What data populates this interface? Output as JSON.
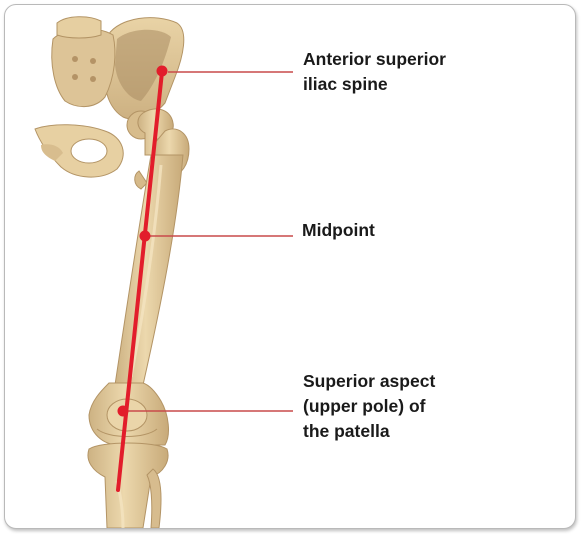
{
  "labels": {
    "asis": [
      "Anterior superior",
      "iliac spine"
    ],
    "midpoint": [
      "Midpoint"
    ],
    "patella": [
      "Superior aspect",
      "(upper pole) of",
      "the patella"
    ]
  },
  "colors": {
    "marker_red": "#e21d2b",
    "leader_red": "#c94a4a",
    "bone": "#e8d2a4",
    "bone_shadow": "#c4a677",
    "text": "#1a1a1a",
    "frame_border": "#b9b9b9"
  },
  "icons": [
    "pelvis-illustration",
    "femur-illustration",
    "knee-illustration",
    "tibia-illustration"
  ]
}
